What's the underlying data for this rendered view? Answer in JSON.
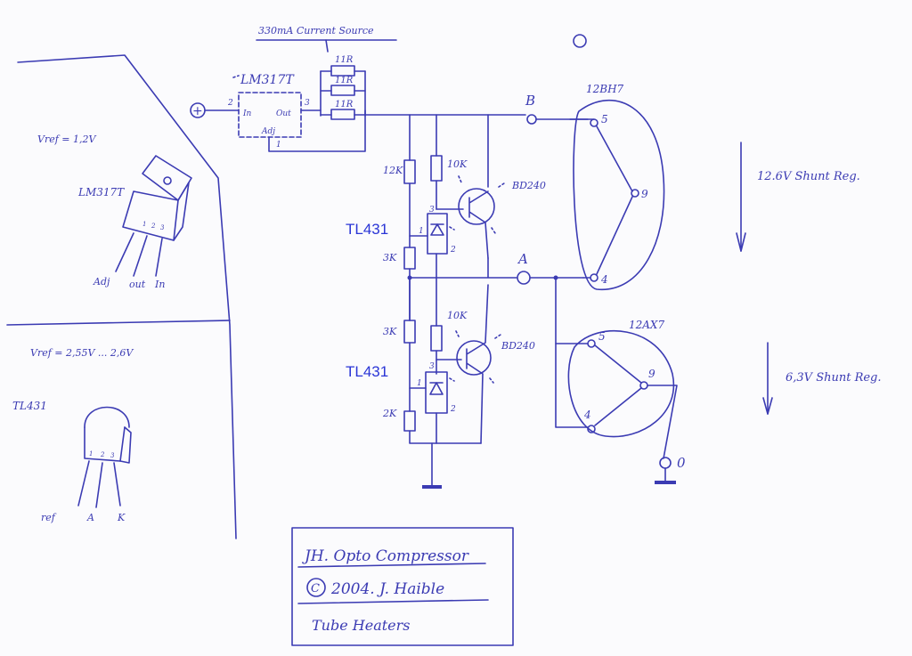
{
  "header": {
    "current_source": "330mA Current Source"
  },
  "regulator": {
    "part": "LM317T",
    "pin_in": "In",
    "pin_out": "Out",
    "pin_adj": "Adj",
    "pin2": "2",
    "pin3": "3",
    "pin1": "1"
  },
  "resistors": {
    "r11a": "11R",
    "r11b": "11R",
    "r11c": "11R",
    "r12k": "12K",
    "r10k_top": "10K",
    "r3k_top": "3K",
    "r3k_bot": "3K",
    "r10k_bot": "10K",
    "r2k": "2K"
  },
  "transistors": {
    "q_top": "BD240",
    "q_bot": "BD240"
  },
  "regulators_shunt": {
    "tl_top": "TL431",
    "tl_bot": "TL431",
    "pin1": "1",
    "pin2": "2",
    "pin3": "3"
  },
  "nodes": {
    "b": "B",
    "a": "A",
    "plus": "+",
    "gnd": "0"
  },
  "tubes": {
    "top": {
      "name": "12BH7",
      "p5": "5",
      "p9": "9",
      "p4": "4"
    },
    "bot": {
      "name": "12AX7",
      "p5": "5",
      "p9": "9",
      "p4": "4"
    }
  },
  "shunt_labels": {
    "top": "12.6V Shunt Reg.",
    "bot": "6,3V Shunt Reg."
  },
  "left_notes": {
    "vref_lm": "Vref = 1,2V",
    "lm_pkg": "LM317T",
    "lm_pins": [
      "Adj",
      "out",
      "In"
    ],
    "pkg_pin_nums": [
      "1",
      "2",
      "3"
    ],
    "vref_tl": "Vref = 2,55V ... 2,6V",
    "tl_name": "TL431",
    "tl_pins": [
      "ref",
      "A",
      "K"
    ],
    "tl_pin_nums": [
      "1",
      "2",
      "3"
    ]
  },
  "title_block": {
    "line1": "JH. Opto Compressor",
    "line2": "2004. J. Haible",
    "line2_symbol": "C",
    "line3": "Tube Heaters"
  },
  "colors": {
    "ink": "#3b3bb3",
    "print": "#2a35d6",
    "paper": "#fbfbfd"
  }
}
